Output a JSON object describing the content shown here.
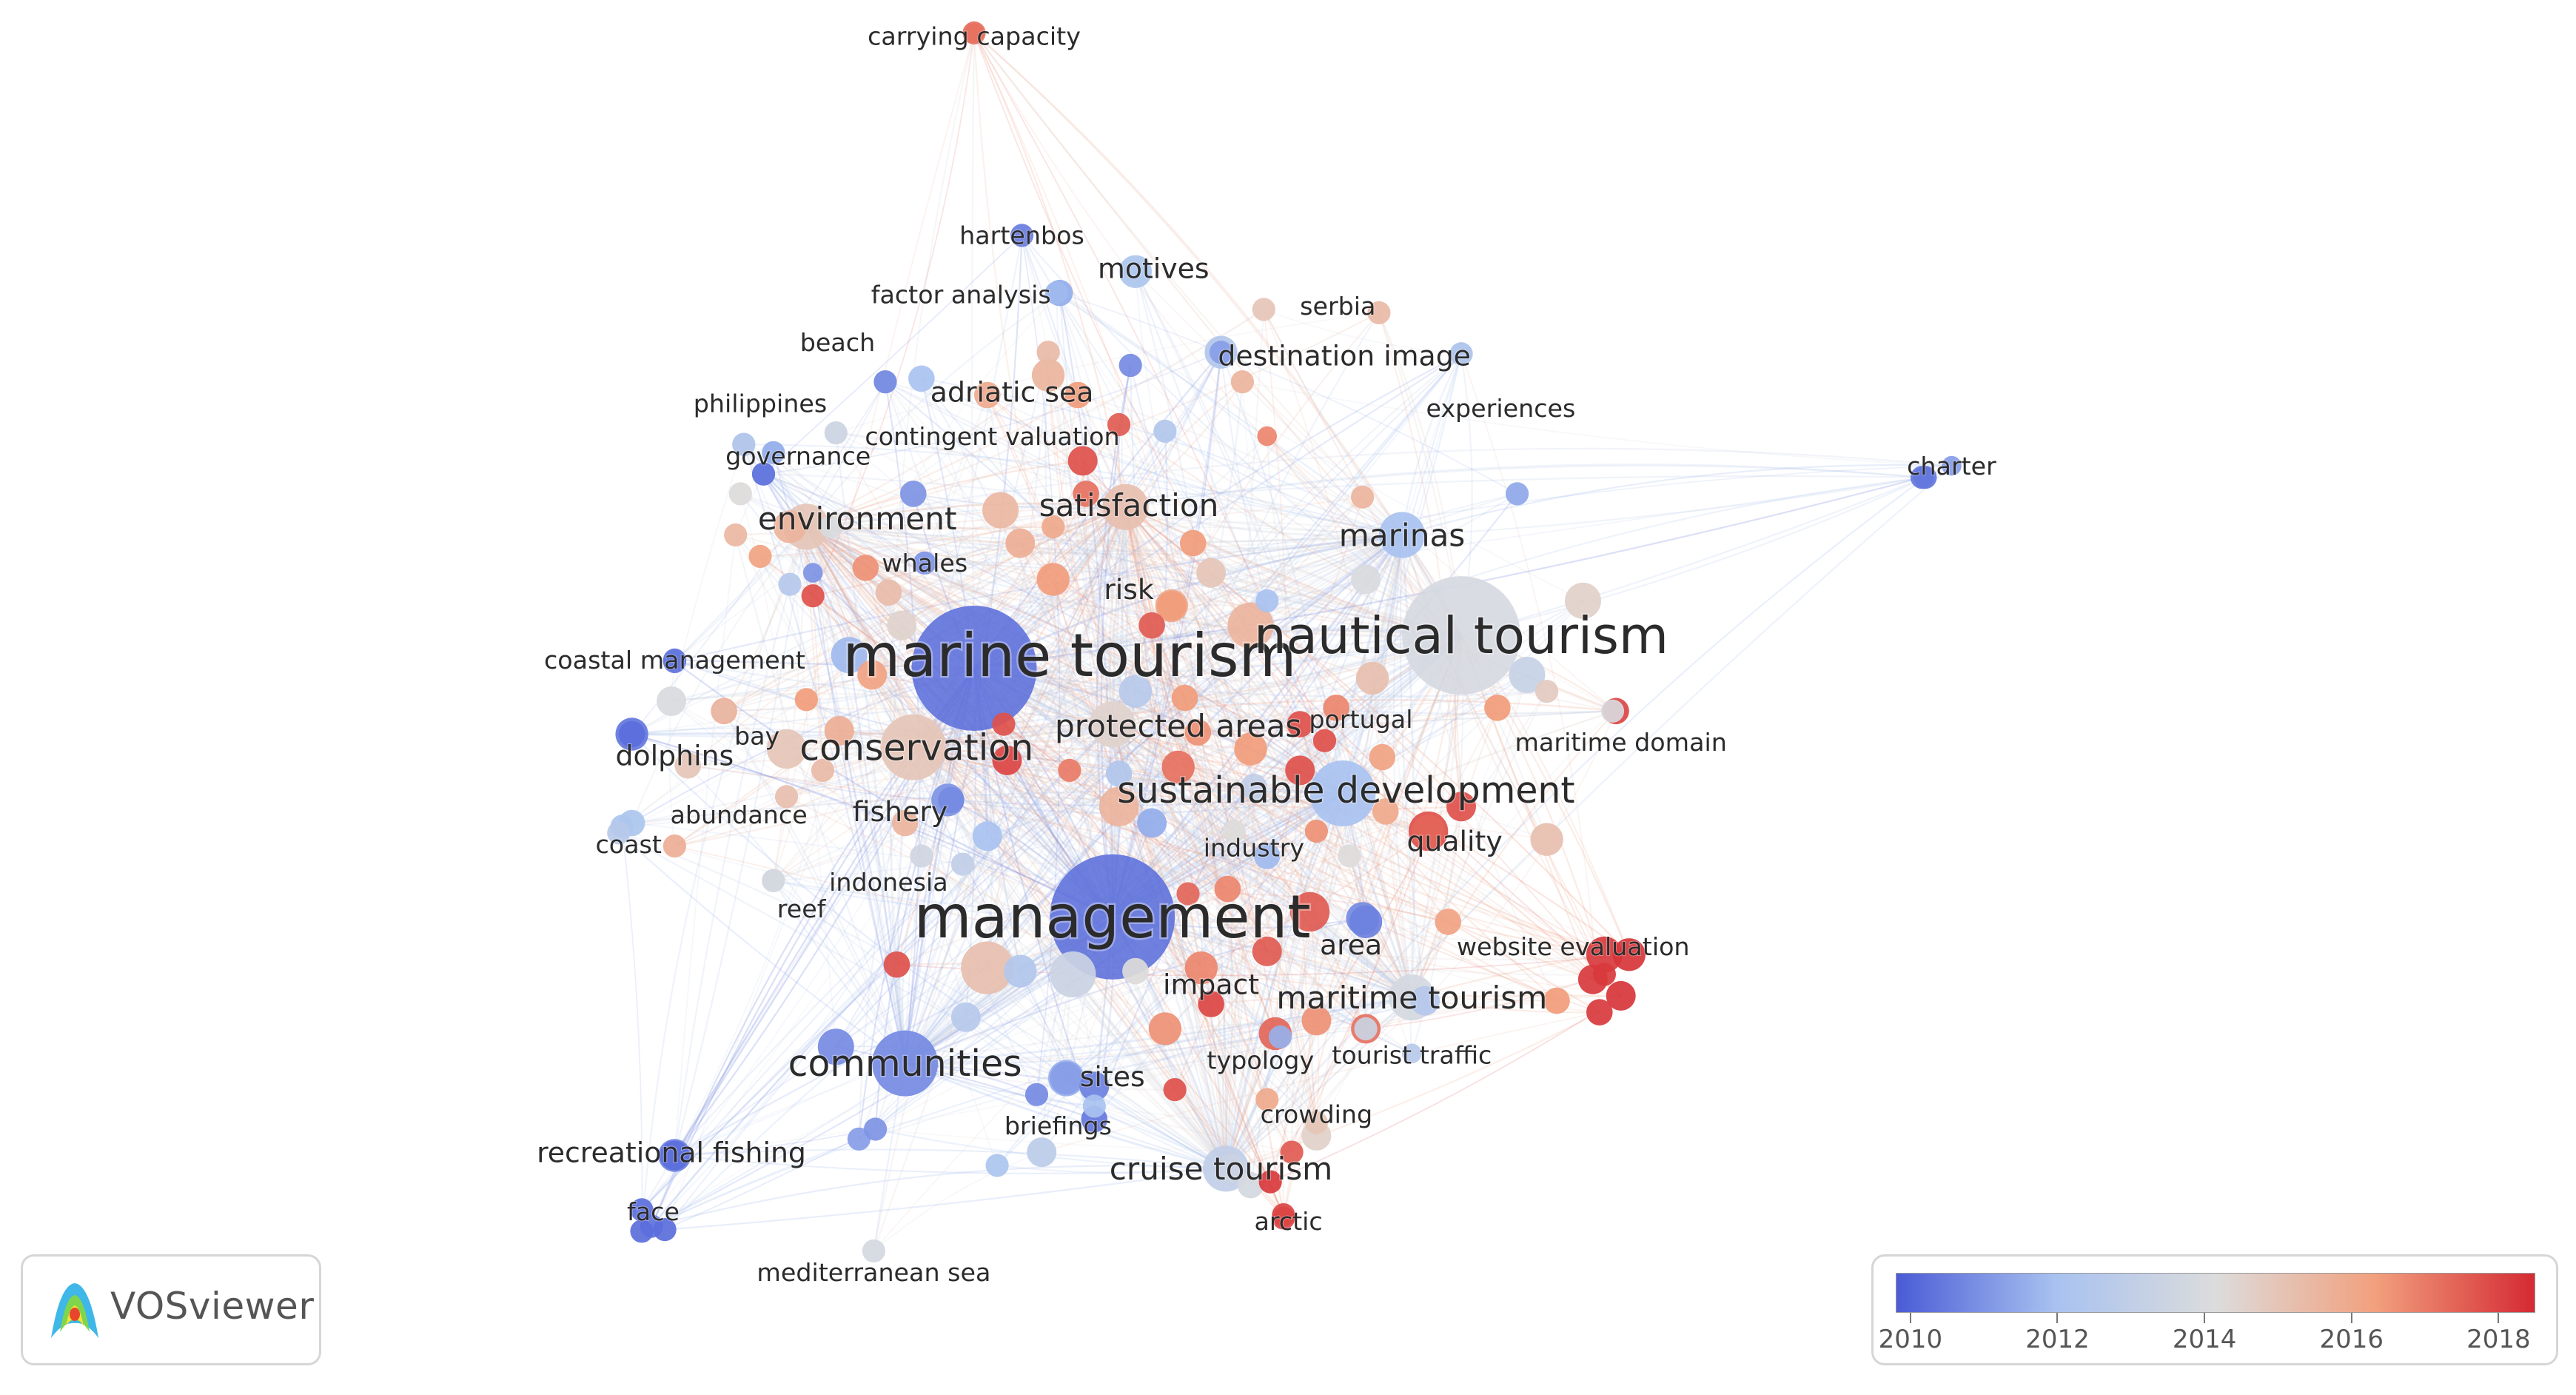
{
  "logo": {
    "name": "VOSviewer"
  },
  "legend": {
    "ticks": [
      "2010",
      "2012",
      "2014",
      "2016",
      "2018"
    ],
    "colors": [
      "#4a5bd6",
      "#a8c2f0",
      "#dcdcdc",
      "#f2a07e",
      "#d42a33"
    ],
    "range": [
      2009.8,
      2018.5
    ]
  },
  "network": {
    "labels": [
      {
        "text": "carrying capacity",
        "year": 2017.2,
        "weight": 2
      },
      {
        "text": "hartenbos",
        "year": 2010.5,
        "weight": 2
      },
      {
        "text": "motives",
        "year": 2012.2,
        "weight": 3
      },
      {
        "text": "factor analysis",
        "year": 2011.8,
        "weight": 2
      },
      {
        "text": "serbia",
        "year": 2015.0,
        "weight": 2
      },
      {
        "text": "beach",
        "year": 2012.5,
        "weight": 2
      },
      {
        "text": "destination image",
        "year": 2012.4,
        "weight": 3
      },
      {
        "text": "adriatic sea",
        "year": 2015.6,
        "weight": 3
      },
      {
        "text": "experiences",
        "year": 2012.0,
        "weight": 2
      },
      {
        "text": "philippines",
        "year": 2012.2,
        "weight": 2
      },
      {
        "text": "contingent valuation",
        "year": 2017.6,
        "weight": 2
      },
      {
        "text": "governance",
        "year": 2010.6,
        "weight": 2
      },
      {
        "text": "charter",
        "year": 2010.4,
        "weight": 2
      },
      {
        "text": "satisfaction",
        "year": 2015.2,
        "weight": 4
      },
      {
        "text": "environment",
        "year": 2015.0,
        "weight": 4
      },
      {
        "text": "marinas",
        "year": 2012.0,
        "weight": 4
      },
      {
        "text": "whales",
        "year": 2011.0,
        "weight": 2
      },
      {
        "text": "risk",
        "year": 2016.0,
        "weight": 3
      },
      {
        "text": "marine tourism",
        "year": 2010.2,
        "weight": 8
      },
      {
        "text": "nautical tourism",
        "year": 2013.8,
        "weight": 7
      },
      {
        "text": "coastal management",
        "year": 2010.3,
        "weight": 2
      },
      {
        "text": "protected areas",
        "year": 2014.5,
        "weight": 4
      },
      {
        "text": "portugal",
        "year": 2017.8,
        "weight": 2
      },
      {
        "text": "bay",
        "year": 2015.4,
        "weight": 2
      },
      {
        "text": "maritime domain",
        "year": 2014.0,
        "weight": 2
      },
      {
        "text": "conservation",
        "year": 2015.0,
        "weight": 5
      },
      {
        "text": "dolphins",
        "year": 2010.4,
        "weight": 3
      },
      {
        "text": "sustainable development",
        "year": 2012.0,
        "weight": 5
      },
      {
        "text": "abundance",
        "year": 2015.2,
        "weight": 2
      },
      {
        "text": "fishery",
        "year": 2011.0,
        "weight": 3
      },
      {
        "text": "coast",
        "year": 2012.2,
        "weight": 2
      },
      {
        "text": "quality",
        "year": 2017.4,
        "weight": 3
      },
      {
        "text": "industry",
        "year": 2014.2,
        "weight": 2
      },
      {
        "text": "indonesia",
        "year": 2013.0,
        "weight": 2
      },
      {
        "text": "reef",
        "year": 2014.0,
        "weight": 2
      },
      {
        "text": "management",
        "year": 2010.2,
        "weight": 8
      },
      {
        "text": "area",
        "year": 2010.8,
        "weight": 3
      },
      {
        "text": "website evaluation",
        "year": 2018.2,
        "weight": 2
      },
      {
        "text": "impact",
        "year": 2016.8,
        "weight": 3
      },
      {
        "text": "maritime tourism",
        "year": 2013.8,
        "weight": 4
      },
      {
        "text": "tourist traffic",
        "year": 2013.4,
        "weight": 2
      },
      {
        "text": "typology",
        "year": 2011.6,
        "weight": 2
      },
      {
        "text": "communities",
        "year": 2010.8,
        "weight": 5
      },
      {
        "text": "sites",
        "year": 2011.2,
        "weight": 3
      },
      {
        "text": "briefings",
        "year": 2012.0,
        "weight": 2
      },
      {
        "text": "crowding",
        "year": 2015.0,
        "weight": 2
      },
      {
        "text": "recreational fishing",
        "year": 2010.6,
        "weight": 3
      },
      {
        "text": "cruise tourism",
        "year": 2013.0,
        "weight": 4
      },
      {
        "text": "face",
        "year": 2010.3,
        "weight": 2
      },
      {
        "text": "arctic",
        "year": 2018.0,
        "weight": 2
      },
      {
        "text": "mediterranean sea",
        "year": 2013.8,
        "weight": 2
      }
    ]
  }
}
